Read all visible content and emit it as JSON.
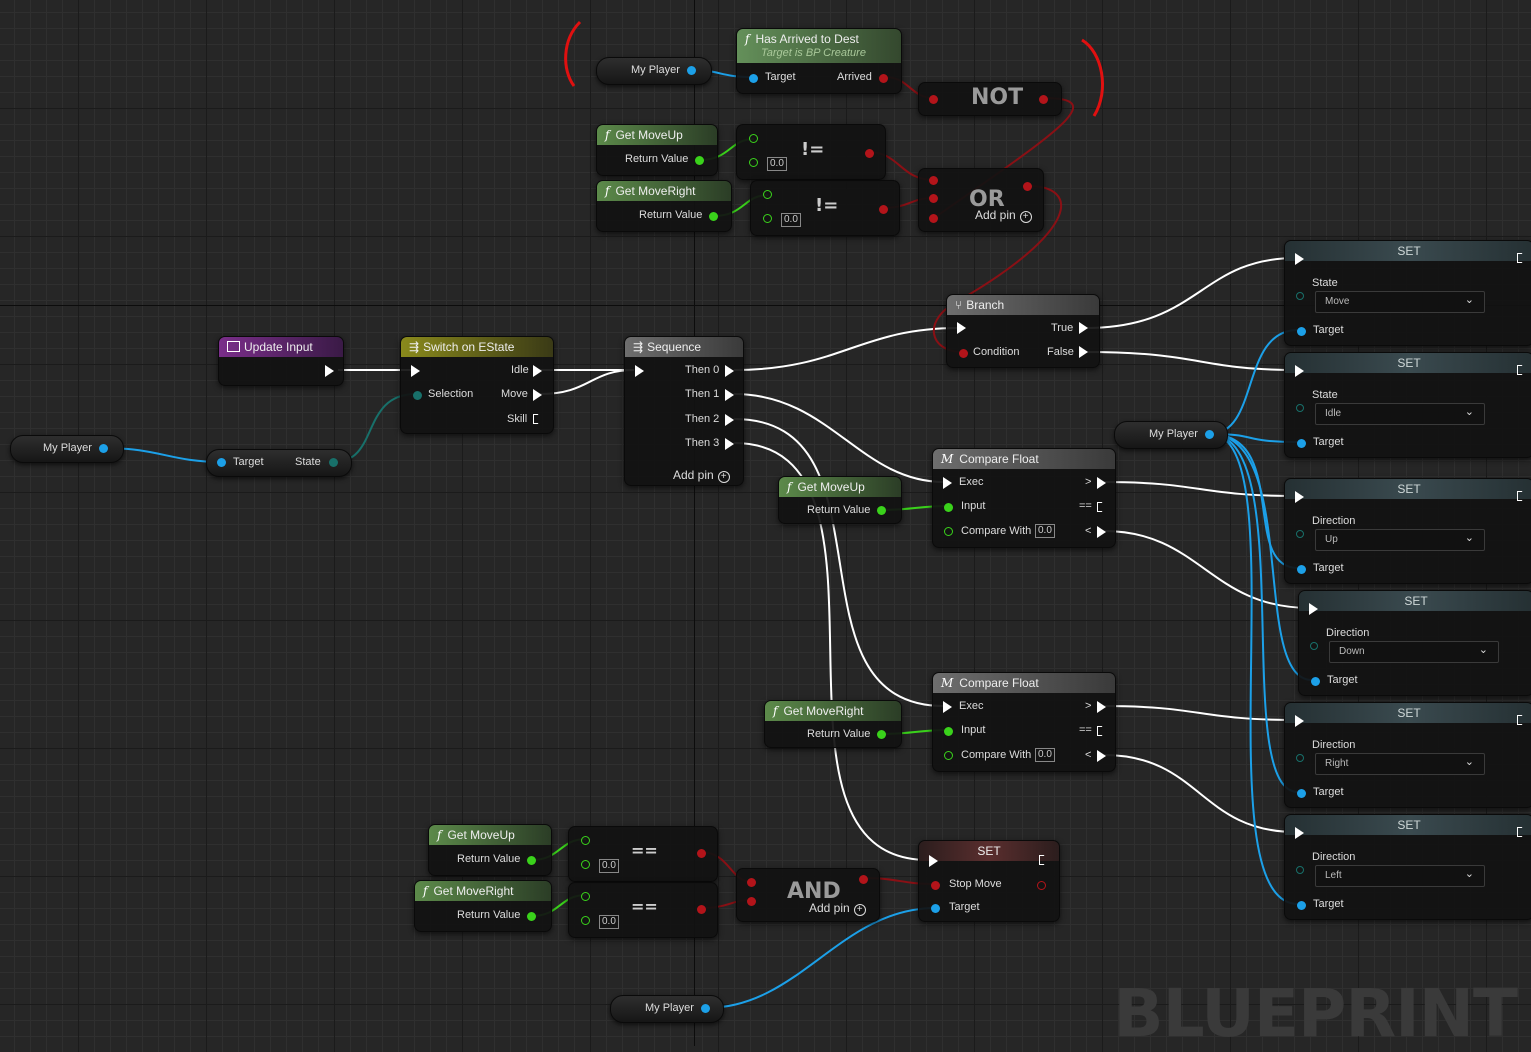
{
  "watermark": "BLUEPRINT",
  "colors": {
    "exec": "#ffffff",
    "object": "#1ca0e8",
    "float": "#3ad21b",
    "bool": "#b3141a",
    "enum": "#18706a",
    "annotation": "#e01010"
  },
  "variables": {
    "my_player": "My Player"
  },
  "has_arrived": {
    "title": "Has Arrived to Dest",
    "subtitle": "Target is BP Creature",
    "in_target": "Target",
    "out_arrived": "Arrived"
  },
  "not_node": {
    "label": "NOT"
  },
  "or_node": {
    "label": "OR",
    "add_pin": "Add pin"
  },
  "and_node": {
    "label": "AND",
    "add_pin": "Add pin"
  },
  "getters": {
    "move_up": "Get MoveUp",
    "move_right": "Get MoveRight",
    "return_value": "Return Value"
  },
  "compare_ops": {
    "not_equal": "!=",
    "equal": "=="
  },
  "default_value": "0.0",
  "branch": {
    "title": "Branch",
    "in_condition": "Condition",
    "out_true": "True",
    "out_false": "False"
  },
  "update_input": {
    "title": "Update Input"
  },
  "switch": {
    "title": "Switch on EState",
    "in_selection": "Selection",
    "out_idle": "Idle",
    "out_move": "Move",
    "out_skill": "Skill"
  },
  "get_state": {
    "in_target": "Target",
    "out_state": "State"
  },
  "sequence": {
    "title": "Sequence",
    "outs": [
      "Then 0",
      "Then 1",
      "Then 2",
      "Then 3"
    ],
    "add_pin": "Add pin"
  },
  "compare_float": {
    "title": "Compare Float",
    "in_exec": "Exec",
    "in_input": "Input",
    "in_compare": "Compare With",
    "compare_value": "0.0",
    "out_gt": ">",
    "out_eq": "==",
    "out_lt": "<"
  },
  "set_nodes": [
    {
      "title": "SET",
      "field": "State",
      "value": "Move",
      "target": "Target"
    },
    {
      "title": "SET",
      "field": "State",
      "value": "Idle",
      "target": "Target"
    },
    {
      "title": "SET",
      "field": "Direction",
      "value": "Up",
      "target": "Target"
    },
    {
      "title": "SET",
      "field": "Direction",
      "value": "Down",
      "target": "Target"
    },
    {
      "title": "SET",
      "field": "Direction",
      "value": "Right",
      "target": "Target"
    },
    {
      "title": "SET",
      "field": "Direction",
      "value": "Left",
      "target": "Target"
    }
  ],
  "set_stop": {
    "title": "SET",
    "field": "Stop Move",
    "target": "Target"
  }
}
